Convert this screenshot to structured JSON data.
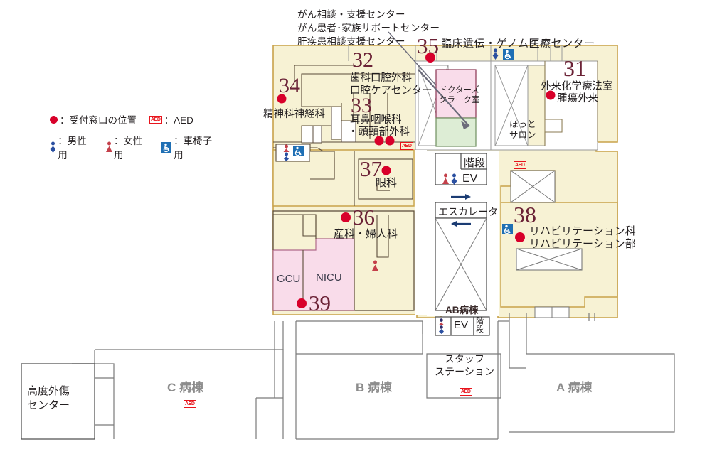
{
  "legend": {
    "reception_marker": "●",
    "reception_label": "：受付窓口の位置",
    "aed_marker": "AED",
    "aed_label": "：AED",
    "male_label": "：男性用",
    "female_label": "：女性用",
    "wheelchair_label": "：車椅子用"
  },
  "callouts": {
    "cancer_line1": "がん相談・支援センター",
    "cancer_line2": "がん患者･家族サポートセンター",
    "cancer_line3": "肝疾患相談支援センター"
  },
  "zones": [
    {
      "number": "35",
      "name": "臨床遺伝・ゲノム医療センター"
    },
    {
      "number": "32",
      "name": "歯科口腔外科\n口腔ケアセンター"
    },
    {
      "number": "33",
      "name": "耳鼻咽喉科\n・頭頸部外科"
    },
    {
      "number": "34",
      "name": "精神科神経科"
    },
    {
      "number": "31",
      "name": "外来化学療法室"
    },
    {
      "number": "37",
      "name": "眼科"
    },
    {
      "number": "36",
      "name": "産科・婦人科"
    },
    {
      "number": "38",
      "name": "リハビリテーション科\nリハビリテーション部"
    },
    {
      "number": "39",
      "name": ""
    }
  ],
  "rooms": {
    "doctors_clerk": "ドクターズ\nクラーク室",
    "hot_salon": "ほっと\nサロン",
    "oncology_outpatient": "腫瘍外来",
    "rehab_1": "リハビリテーション科",
    "rehab_2": "リハビリテーション部",
    "gcu": "GCU",
    "nicu": "NICU",
    "obstetrics": "産科・婦人科",
    "ophthalmology": "眼科",
    "psychiatry": "精神科神経科",
    "dental_1": "歯科口腔外科",
    "dental_2": "口腔ケアセンター",
    "ent_1": "耳鼻咽喉科",
    "ent_2": "・頭頸部外科",
    "chemo": "外来化学療法室",
    "genome_center": "臨床遺伝・ゲノム医療センター"
  },
  "circulation": {
    "stairs": "階段",
    "elevator": "EV",
    "escalator": "エスカレータ",
    "ab_ward": "AB病棟",
    "stairs_vertical": "階\n段",
    "arrow_right": "→",
    "arrow_left": "←"
  },
  "wards": {
    "c_ward": "C 病棟",
    "b_ward": "B 病棟",
    "a_ward": "A 病棟",
    "trauma_center": "高度外傷\nセンター",
    "staff_station": "スタッフ\nステーション",
    "aed_label": "AED"
  },
  "colors": {
    "floor_cream": "#F7F2D4",
    "pink": "#F9DCEA",
    "green": "#DDEDD5",
    "red_dot": "#D8002A",
    "number_maroon": "#6B2236",
    "outline_gold": "#C8A24A",
    "wall_gray": "#7A7A7A",
    "ward_text_gray": "#8C8C8C",
    "aed_red": "#E8141C",
    "icon_blue": "#1F6FB4",
    "icon_red": "#C4404A"
  }
}
